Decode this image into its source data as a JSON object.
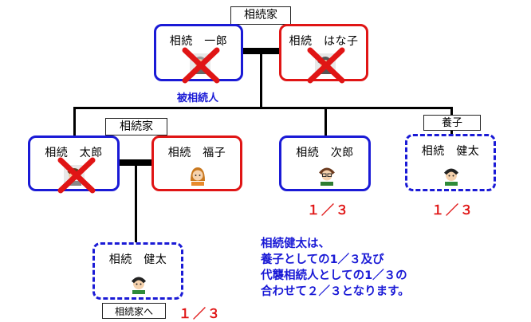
{
  "tags": {
    "top_family": "相続家",
    "mid_family": "相続家",
    "adopted": "養子",
    "to_family": "相続家へ"
  },
  "people": {
    "ichiro": "相続　一郎",
    "hanako": "相続　はな子",
    "taro": "相続　太郎",
    "fukuko": "相続　福子",
    "jiro": "相続　次郎",
    "kenta_adopted": "相続　健太",
    "kenta_grandchild": "相続　健太"
  },
  "captions": {
    "deceased": "被相続人"
  },
  "shares": {
    "jiro": "１／３",
    "kenta_adopted": "１／３",
    "kenta_grandchild": "１／３"
  },
  "note": {
    "line1": "相続健太は、",
    "line2": "養子としての1／３及び",
    "line3": "代襲相続人としての1／３の",
    "line4": "合わせて２／３となります。"
  },
  "colors": {
    "blue": "#1a1ad6",
    "red": "#e01515"
  }
}
